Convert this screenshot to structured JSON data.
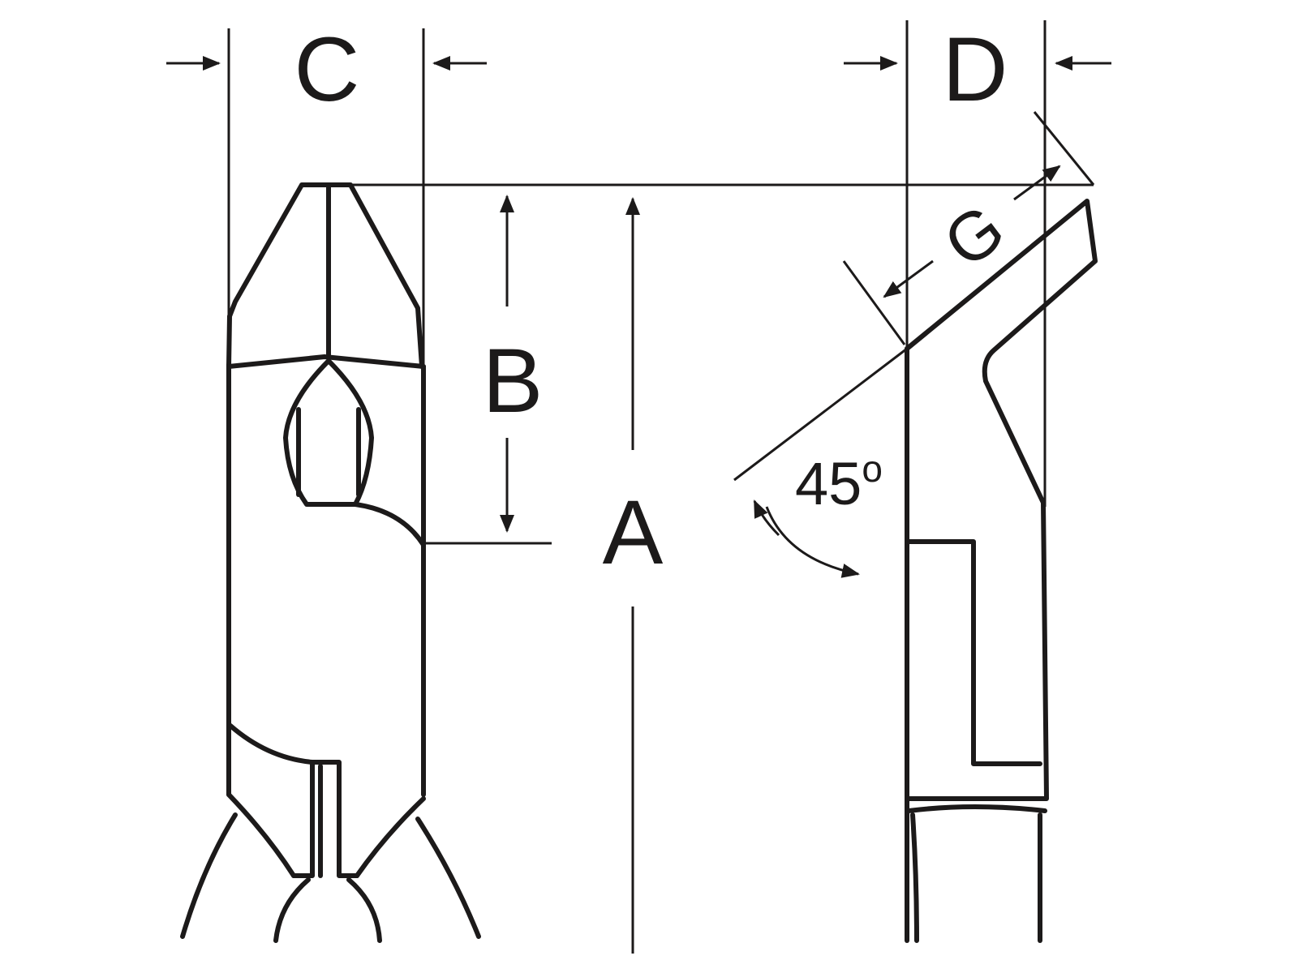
{
  "diagram": {
    "labels": {
      "c": "C",
      "d": "D",
      "b": "B",
      "a": "A",
      "g": "G",
      "angle": "45",
      "angle_unit": "o"
    },
    "color": "#1c1a1a"
  }
}
